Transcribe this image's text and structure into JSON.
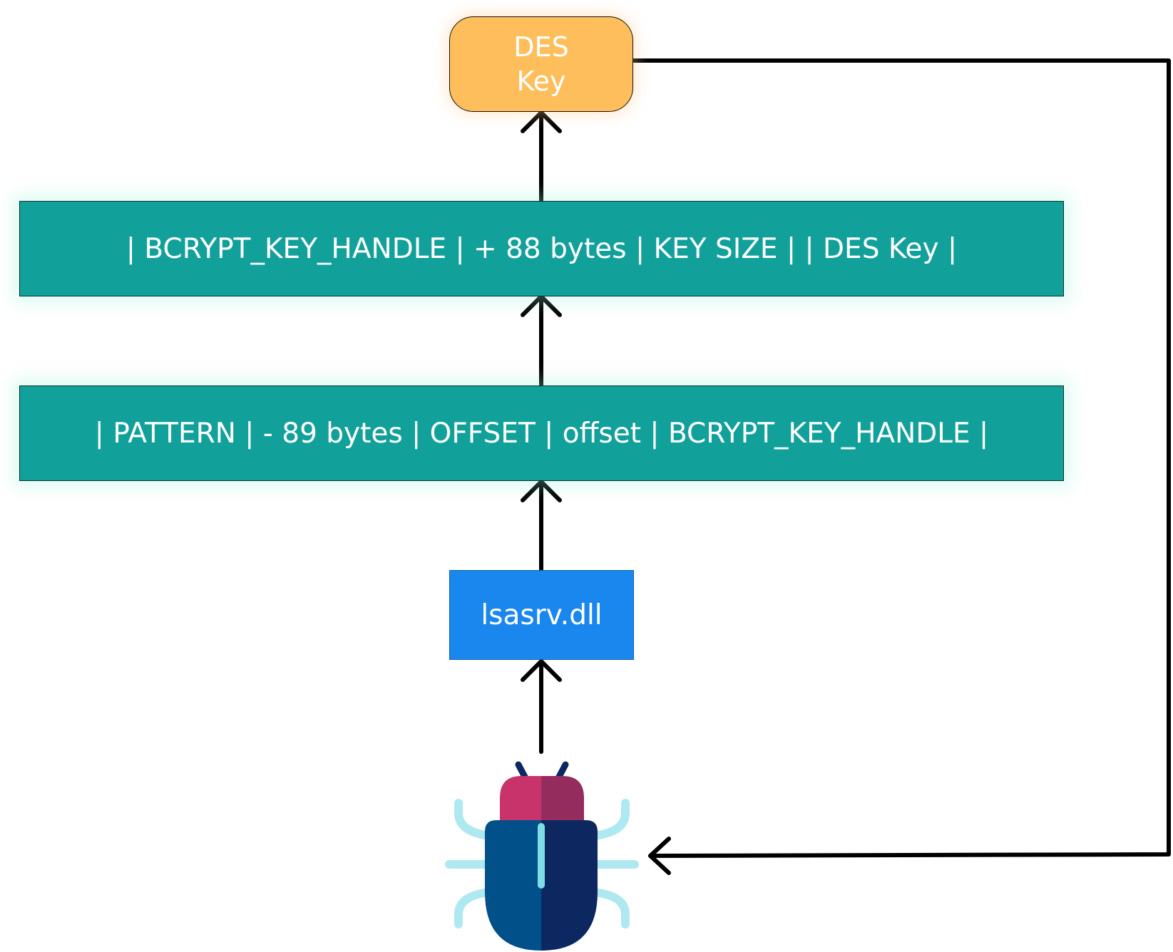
{
  "diagram": {
    "des_key_node": {
      "line1": "DES",
      "line2": "Key"
    },
    "key_handle_struct": {
      "text": "| BCRYPT_KEY_HANDLE | + 88 bytes | KEY SIZE | | DES Key |"
    },
    "pattern_struct": {
      "text": "| PATTERN | - 89 bytes | OFFSET | offset | BCRYPT_KEY_HANDLE |"
    },
    "dll_node": {
      "label": "lsasrv.dll"
    },
    "bug_icon": "bug-icon",
    "colors": {
      "des_key_fill": "#ffbe5c",
      "struct_fill": "#12a09b",
      "dll_fill": "#1a87ef",
      "arrow": "#000000",
      "bug_head_left": "#c7336a",
      "bug_head_right": "#952c5e",
      "bug_body_left": "#01508a",
      "bug_body_right": "#0d2860",
      "bug_legs": "#aee8f0"
    }
  }
}
